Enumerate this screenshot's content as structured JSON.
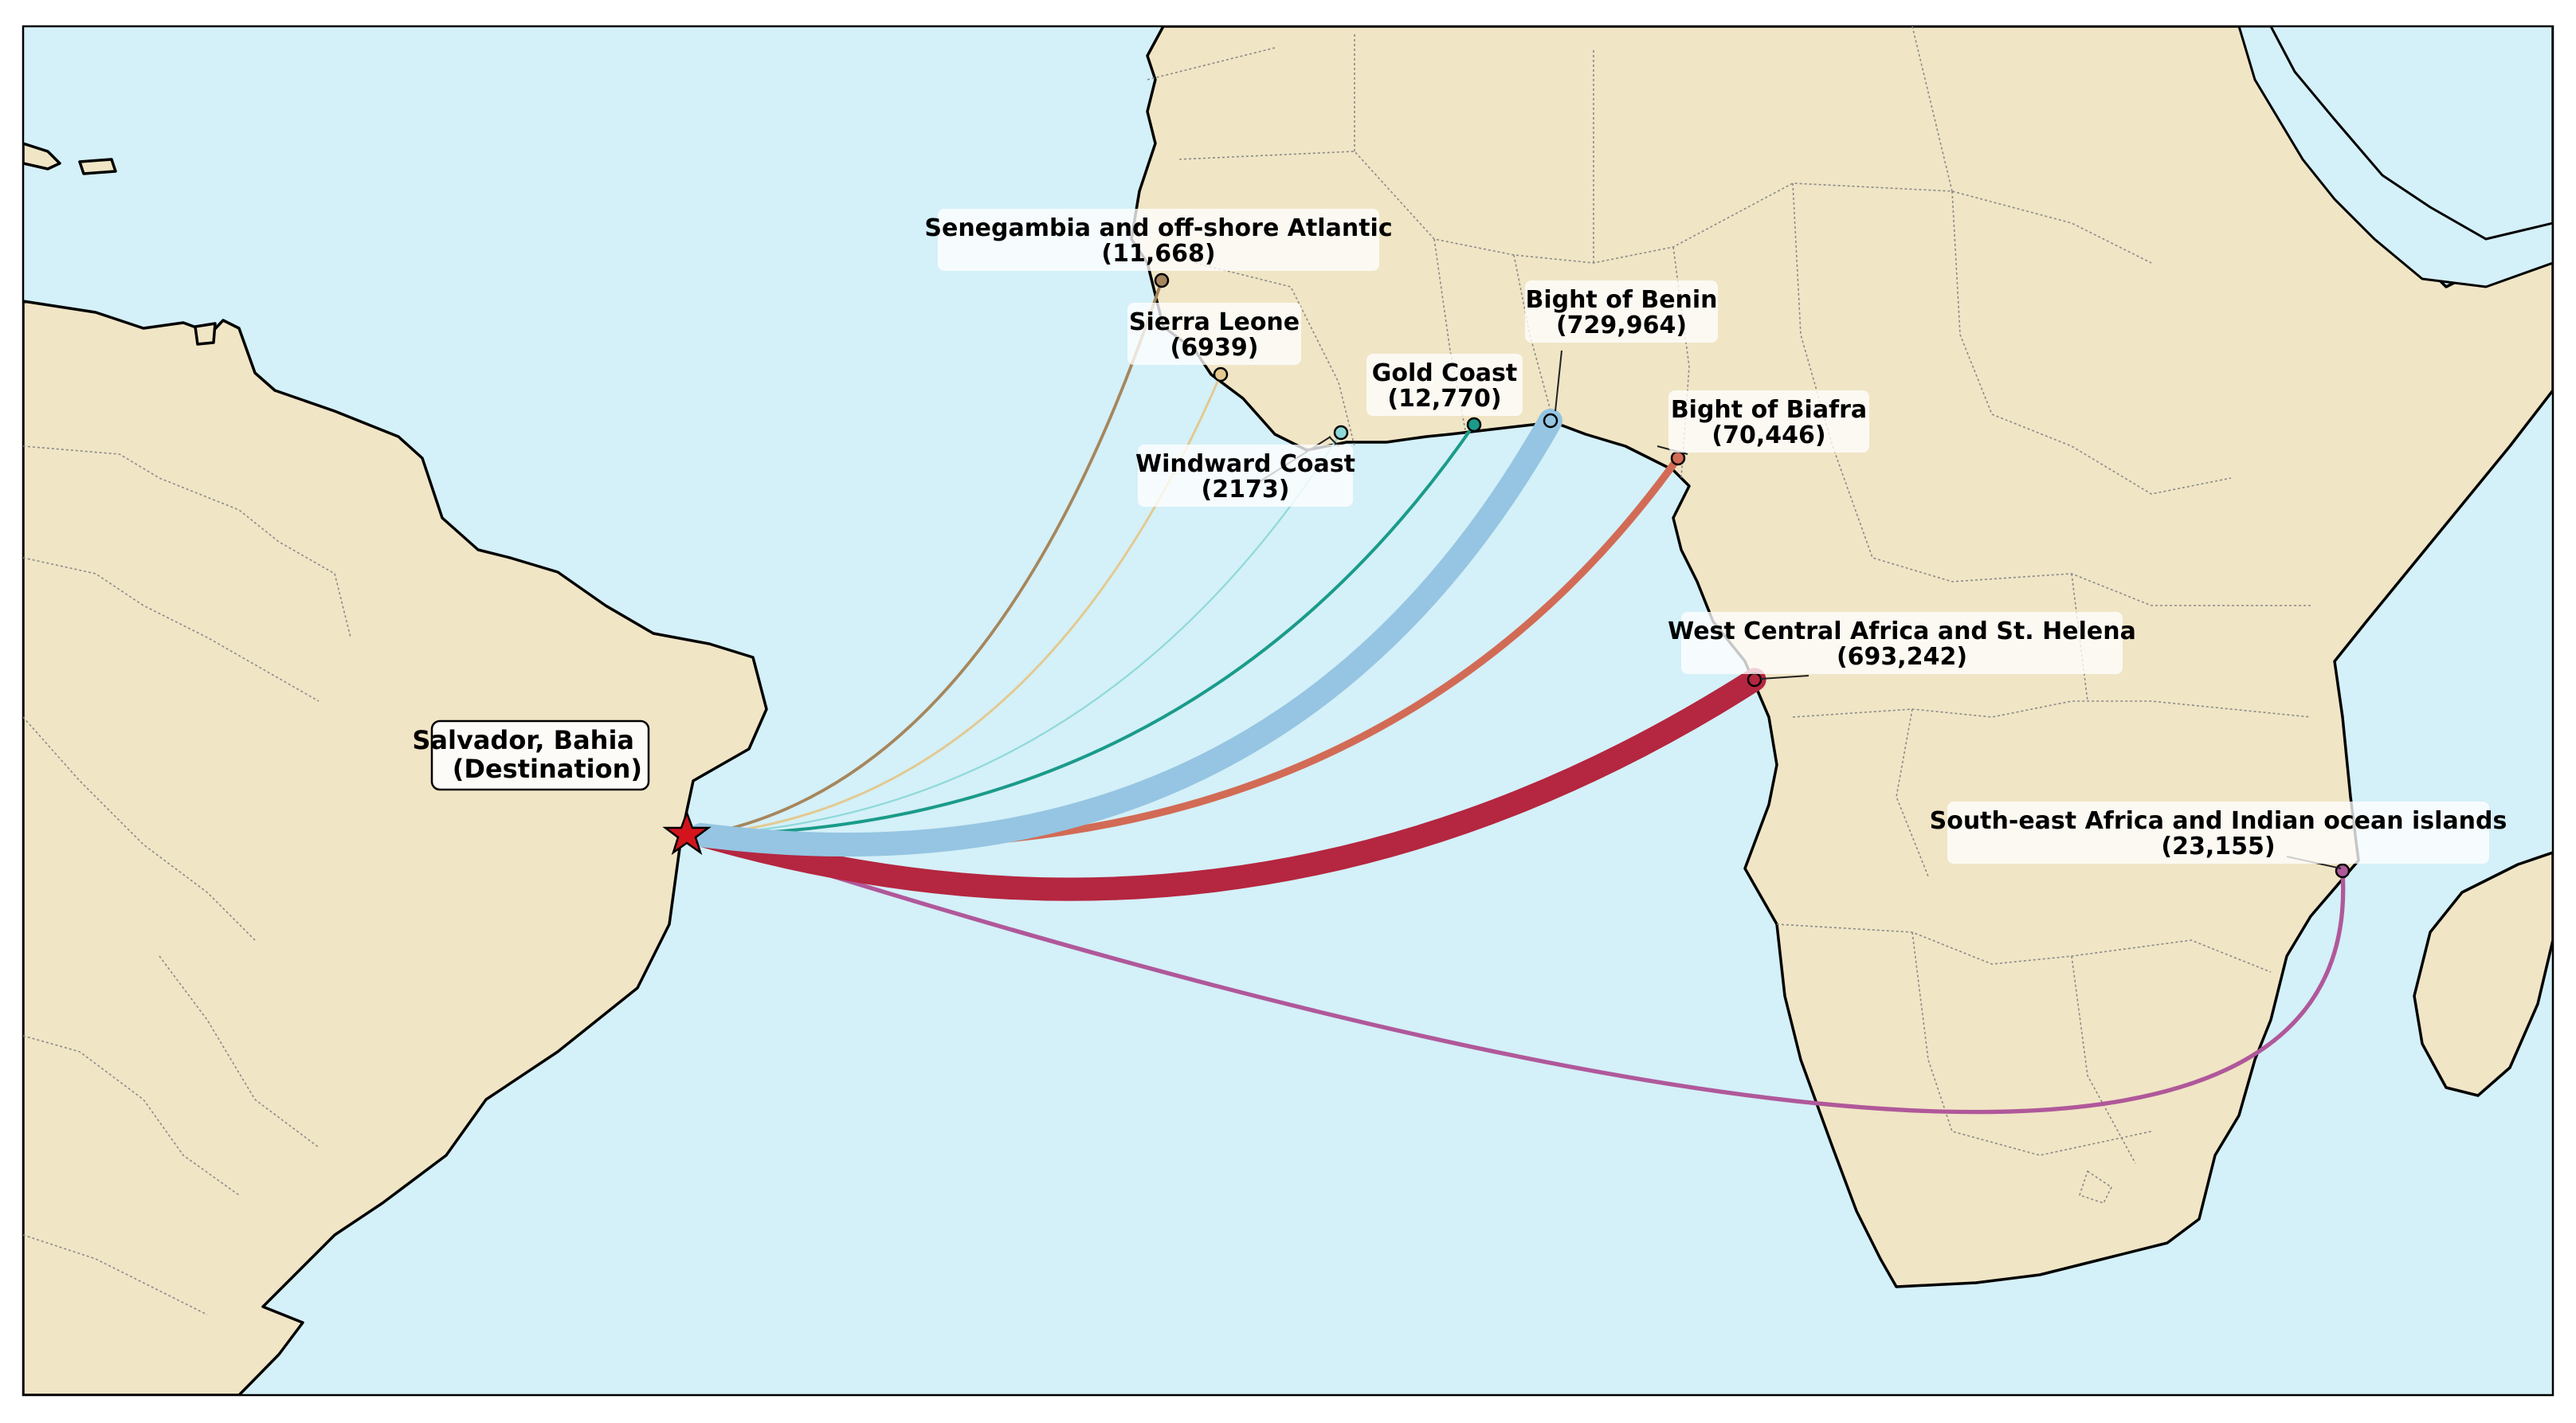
{
  "map": {
    "destination": {
      "id": "salvador",
      "line1": "Salvador, Bahia",
      "line2": "(Destination)"
    },
    "regions": [
      {
        "id": "senegambia",
        "name": "Senegambia and off-shore Atlantic",
        "count_label": "(11,668)",
        "count": 11668,
        "color": "#a6865c"
      },
      {
        "id": "sierra-leone",
        "name": "Sierra Leone",
        "count_label": "(6939)",
        "count": 6939,
        "color": "#e3c98f"
      },
      {
        "id": "windward-coast",
        "name": "Windward Coast",
        "count_label": "(2173)",
        "count": 2173,
        "color": "#8fd9d9"
      },
      {
        "id": "gold-coast",
        "name": "Gold Coast",
        "count_label": "(12,770)",
        "count": 12770,
        "color": "#1a9b8a"
      },
      {
        "id": "bight-of-benin",
        "name": "Bight of Benin",
        "count_label": "(729,964)",
        "count": 729964,
        "color": "#95c5e2"
      },
      {
        "id": "bight-of-biafra",
        "name": "Bight of Biafra",
        "count_label": "(70,446)",
        "count": 70446,
        "color": "#d26b55"
      },
      {
        "id": "west-central-africa",
        "name": "West Central Africa and St. Helena",
        "count_label": "(693,242)",
        "count": 693242,
        "color": "#b52640"
      },
      {
        "id": "south-east-africa",
        "name": "South-east Africa and Indian ocean islands",
        "count_label": "(23,155)",
        "count": 23155,
        "color": "#b0589a"
      }
    ],
    "colors": {
      "ocean": "#d4f0f8",
      "land": "#f0e5c5",
      "destination_marker": "#d4141c"
    }
  }
}
